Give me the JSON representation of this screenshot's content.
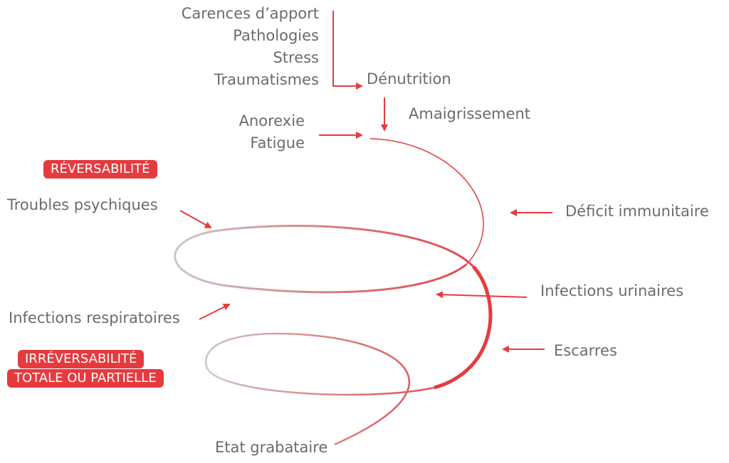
{
  "causes": [
    "Carences d’apport",
    "Pathologies",
    "Stress",
    "Traumatismes"
  ],
  "denutrition": "Dénutrition",
  "amaigrissement": "Amaigrissement",
  "anorexie": [
    "Anorexie",
    "Fatigue"
  ],
  "reversibilite": "RÉVERSABILITÉ",
  "troubles": "Troubles psychiques",
  "deficit": "Déficit immunitaire",
  "infections_urinaires": "Infections urinaires",
  "infections_respiratoires": "Infections respiratoires",
  "escarres": "Escarres",
  "irreversibilite": [
    "IRRÉVERSABILITÉ",
    "TOTALE OU PARTIELLE"
  ],
  "etat": "Etat grabataire",
  "colors": {
    "accent": "#e53b3f",
    "text": "#6b6b6b"
  }
}
